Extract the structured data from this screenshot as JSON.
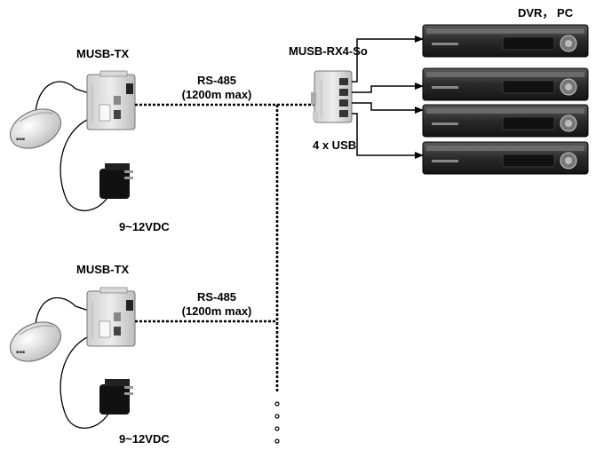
{
  "diagram": {
    "tx_units": [
      {
        "model": "MUSB-TX",
        "link": {
          "protocol": "RS-485",
          "distance": "(1200m max)"
        },
        "power": "9~12VDC"
      },
      {
        "model": "MUSB-TX",
        "link": {
          "protocol": "RS-485",
          "distance": "(1200m max)"
        },
        "power": "9~12VDC"
      }
    ],
    "receiver": {
      "model": "MUSB-RX4-So",
      "ports": "4 x USB"
    },
    "targets": {
      "label": "DVR， PC",
      "count": 4
    },
    "colors": {
      "line": "#000000",
      "device_body": "#e4e4e4",
      "dvr_body": "#2a2a2a",
      "mouse": "#efefef"
    }
  }
}
